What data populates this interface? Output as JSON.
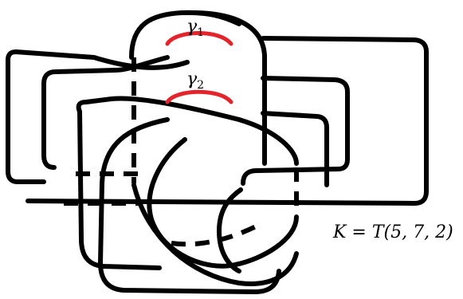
{
  "labels": {
    "gamma1_symbol": "γ",
    "gamma1_sub": "1",
    "gamma2_symbol": "γ",
    "gamma2_sub": "2",
    "knot": "K = T(5, 7, 2)"
  },
  "colors": {
    "strand": "#000000",
    "arc": "#e3242b",
    "background": "#ffffff"
  }
}
